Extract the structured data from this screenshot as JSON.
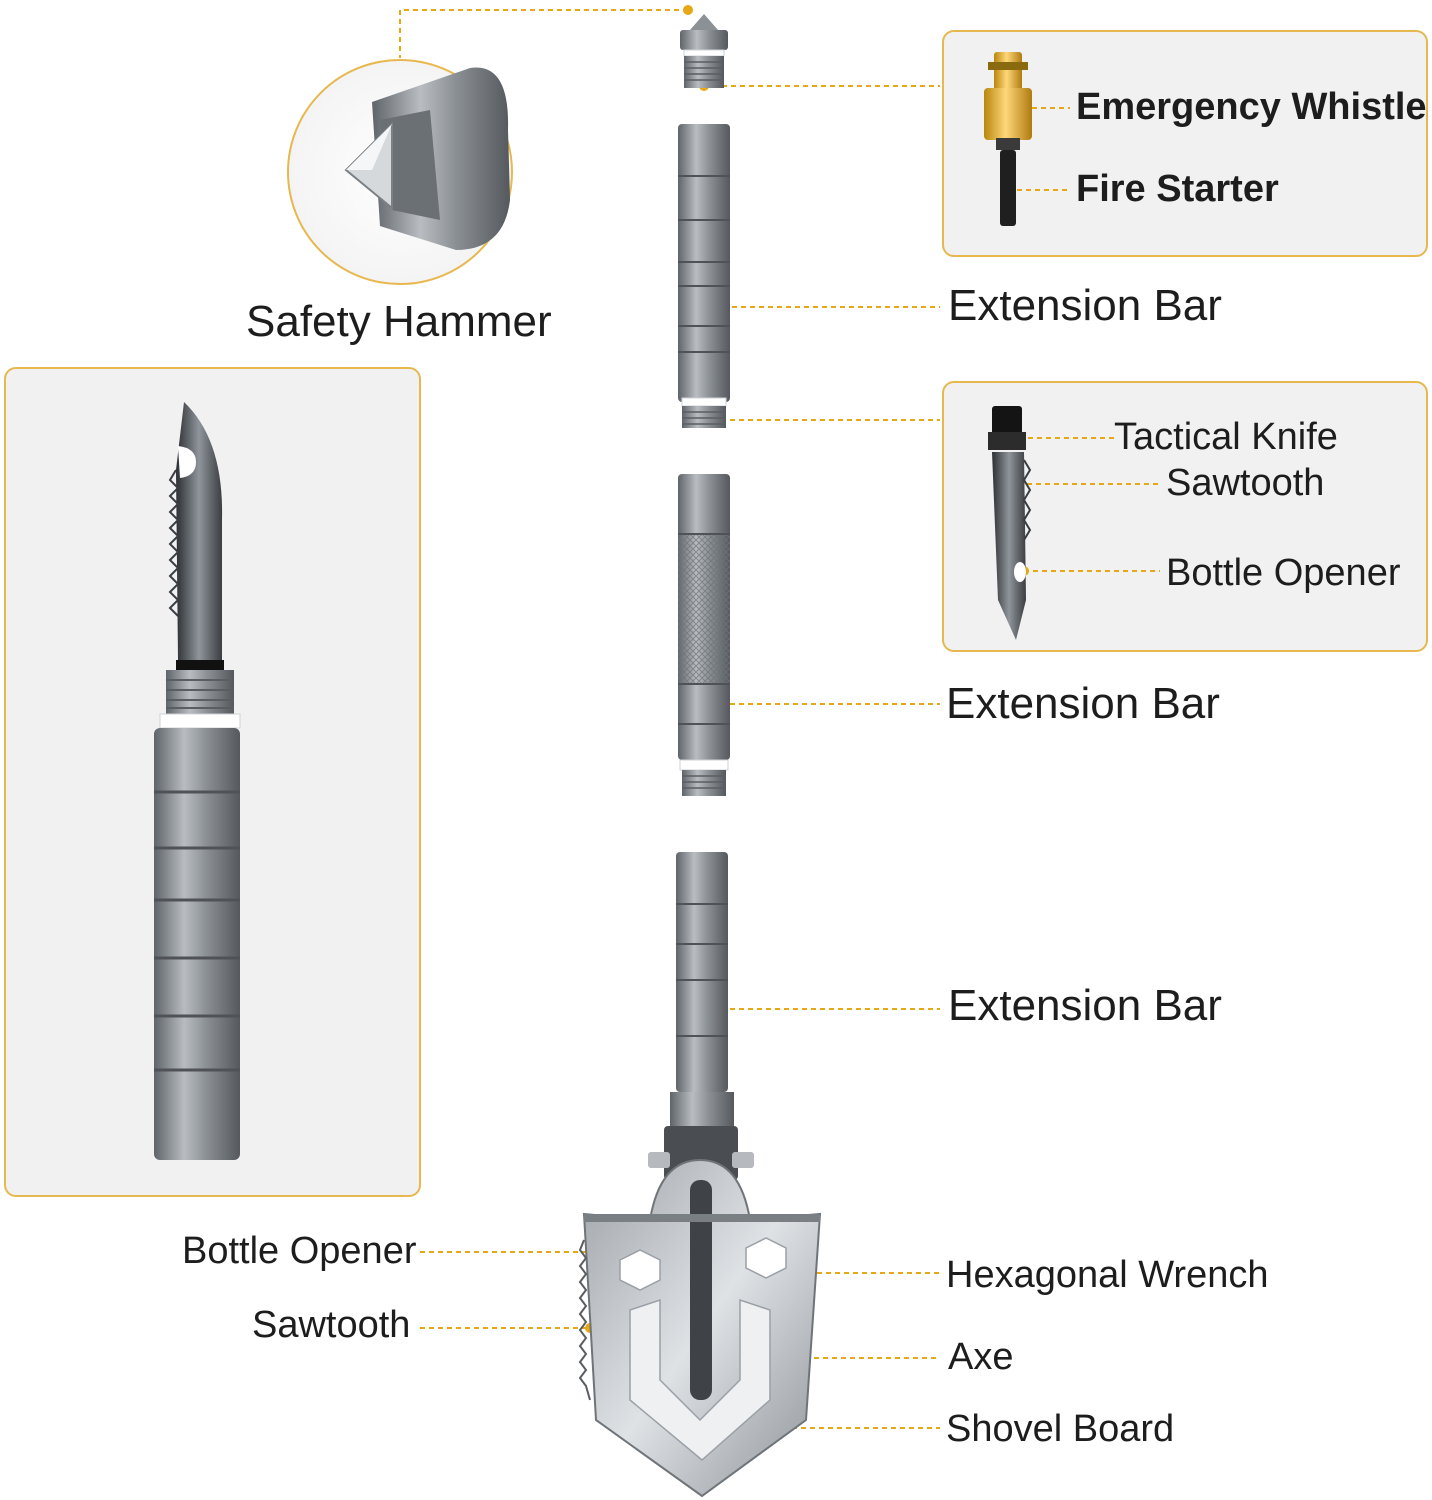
{
  "colors": {
    "accent": "#e6a817",
    "panel_bg": "#f1f1f1",
    "panel_border": "#e6b84f",
    "metal": "#8c9196",
    "text": "#1d1d1d"
  },
  "labels": {
    "safety_hammer": "Safety Hammer",
    "emergency_whistle": "Emergency Whistle",
    "fire_starter": "Fire Starter",
    "extension_bar_1": "Extension Bar",
    "tactical_knife": "Tactical Knife",
    "sawtooth_knife": "Sawtooth",
    "bottle_opener_knife": "Bottle Opener",
    "extension_bar_2": "Extension Bar",
    "extension_bar_3": "Extension Bar",
    "bottle_opener_shovel": "Bottle Opener",
    "sawtooth_shovel": "Sawtooth",
    "hexagonal_wrench": "Hexagonal Wrench",
    "axe": "Axe",
    "shovel_board": "Shovel Board"
  }
}
